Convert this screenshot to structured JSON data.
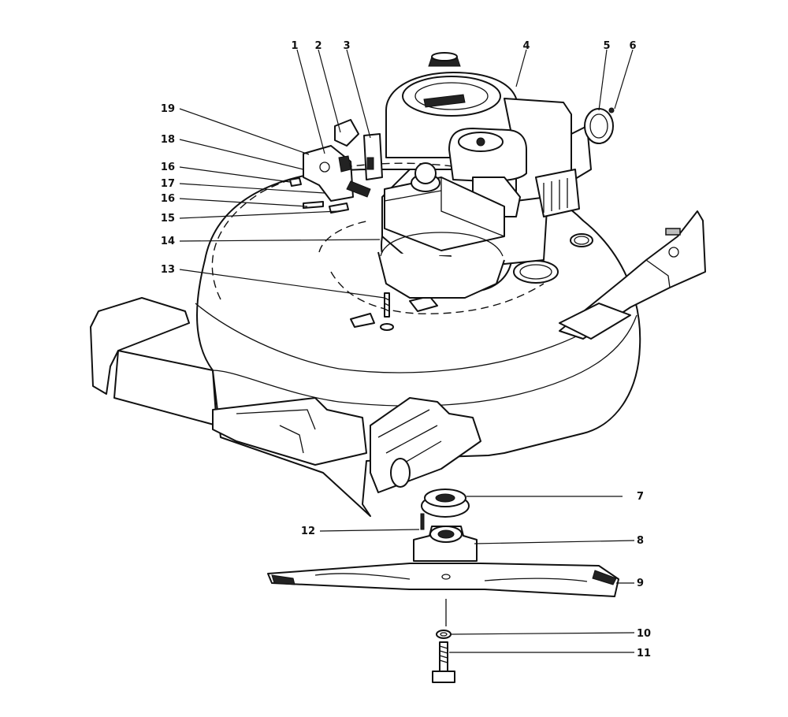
{
  "callouts": [
    {
      "id": "1",
      "label": "1"
    },
    {
      "id": "2",
      "label": "2"
    },
    {
      "id": "3",
      "label": "3"
    },
    {
      "id": "4",
      "label": "4"
    },
    {
      "id": "5",
      "label": "5"
    },
    {
      "id": "6",
      "label": "6"
    },
    {
      "id": "7",
      "label": "7"
    },
    {
      "id": "8",
      "label": "8"
    },
    {
      "id": "9",
      "label": "9"
    },
    {
      "id": "10",
      "label": "10"
    },
    {
      "id": "11",
      "label": "11"
    },
    {
      "id": "12",
      "label": "12"
    },
    {
      "id": "13",
      "label": "13"
    },
    {
      "id": "14",
      "label": "14"
    },
    {
      "id": "15",
      "label": "15"
    },
    {
      "id": "16a",
      "label": "16"
    },
    {
      "id": "17",
      "label": "17"
    },
    {
      "id": "16b",
      "label": "16"
    },
    {
      "id": "18",
      "label": "18"
    },
    {
      "id": "19",
      "label": "19"
    }
  ]
}
